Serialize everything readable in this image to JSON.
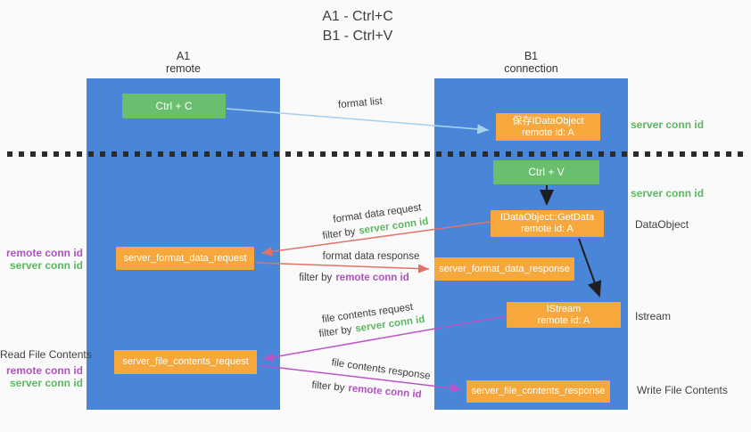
{
  "title": {
    "line1": "A1 - Ctrl+C",
    "line2": "B1 - Ctrl+V"
  },
  "columns": {
    "left": {
      "name": "A1",
      "role": "remote"
    },
    "right": {
      "name": "B1",
      "role": "connection"
    }
  },
  "nodes": {
    "ctrl_c": {
      "label": "Ctrl + C"
    },
    "ctrl_v": {
      "label": "Ctrl + V"
    },
    "save_dataobject": {
      "line1": "保存IDataObject",
      "line2": "remote id: A"
    },
    "getdata": {
      "line1": "IDataObject::GetData",
      "line2": "remote id: A"
    },
    "istream": {
      "line1": "IStream",
      "line2": "remote id: A"
    },
    "server_format_data_request": {
      "label": "server_format_data_request"
    },
    "server_format_data_response": {
      "label": "server_format_data_response"
    },
    "server_file_contents_request": {
      "label": "server_file_contents_request"
    },
    "server_file_contents_response": {
      "label": "server_file_contents_response"
    }
  },
  "edge_labels": {
    "format_list": "format list",
    "format_data_request": "format data request",
    "format_data_response": "format data response",
    "file_contents_request": "file contents request",
    "file_contents_response": "file contents response",
    "filter_by": "filter by",
    "server_conn_id": "server conn id",
    "remote_conn_id": "remote conn id"
  },
  "side_labels": {
    "server_conn_id_top": "server conn id",
    "server_conn_id_mid": "server conn id",
    "dataobject": "DataObject",
    "istream": "Istream",
    "write_file_contents": "Write File Contents",
    "read_file_contents": "Read File Contents",
    "remote_conn_id_1": "remote conn id",
    "server_conn_id_1": "server conn id",
    "remote_conn_id_2": "remote conn id",
    "server_conn_id_2": "server conn id"
  },
  "colors": {
    "background": "#fafafa",
    "lifeline_blue": "#4a86d8",
    "box_green": "#6abf6e",
    "box_orange": "#f6a83c",
    "label_green": "#5cb860",
    "label_purple": "#b052c0",
    "arrow_light_blue": "#a8d2ec",
    "arrow_red": "#e5726a",
    "arrow_magenta": "#bb54c6",
    "arrow_black": "#1f1f1f"
  }
}
